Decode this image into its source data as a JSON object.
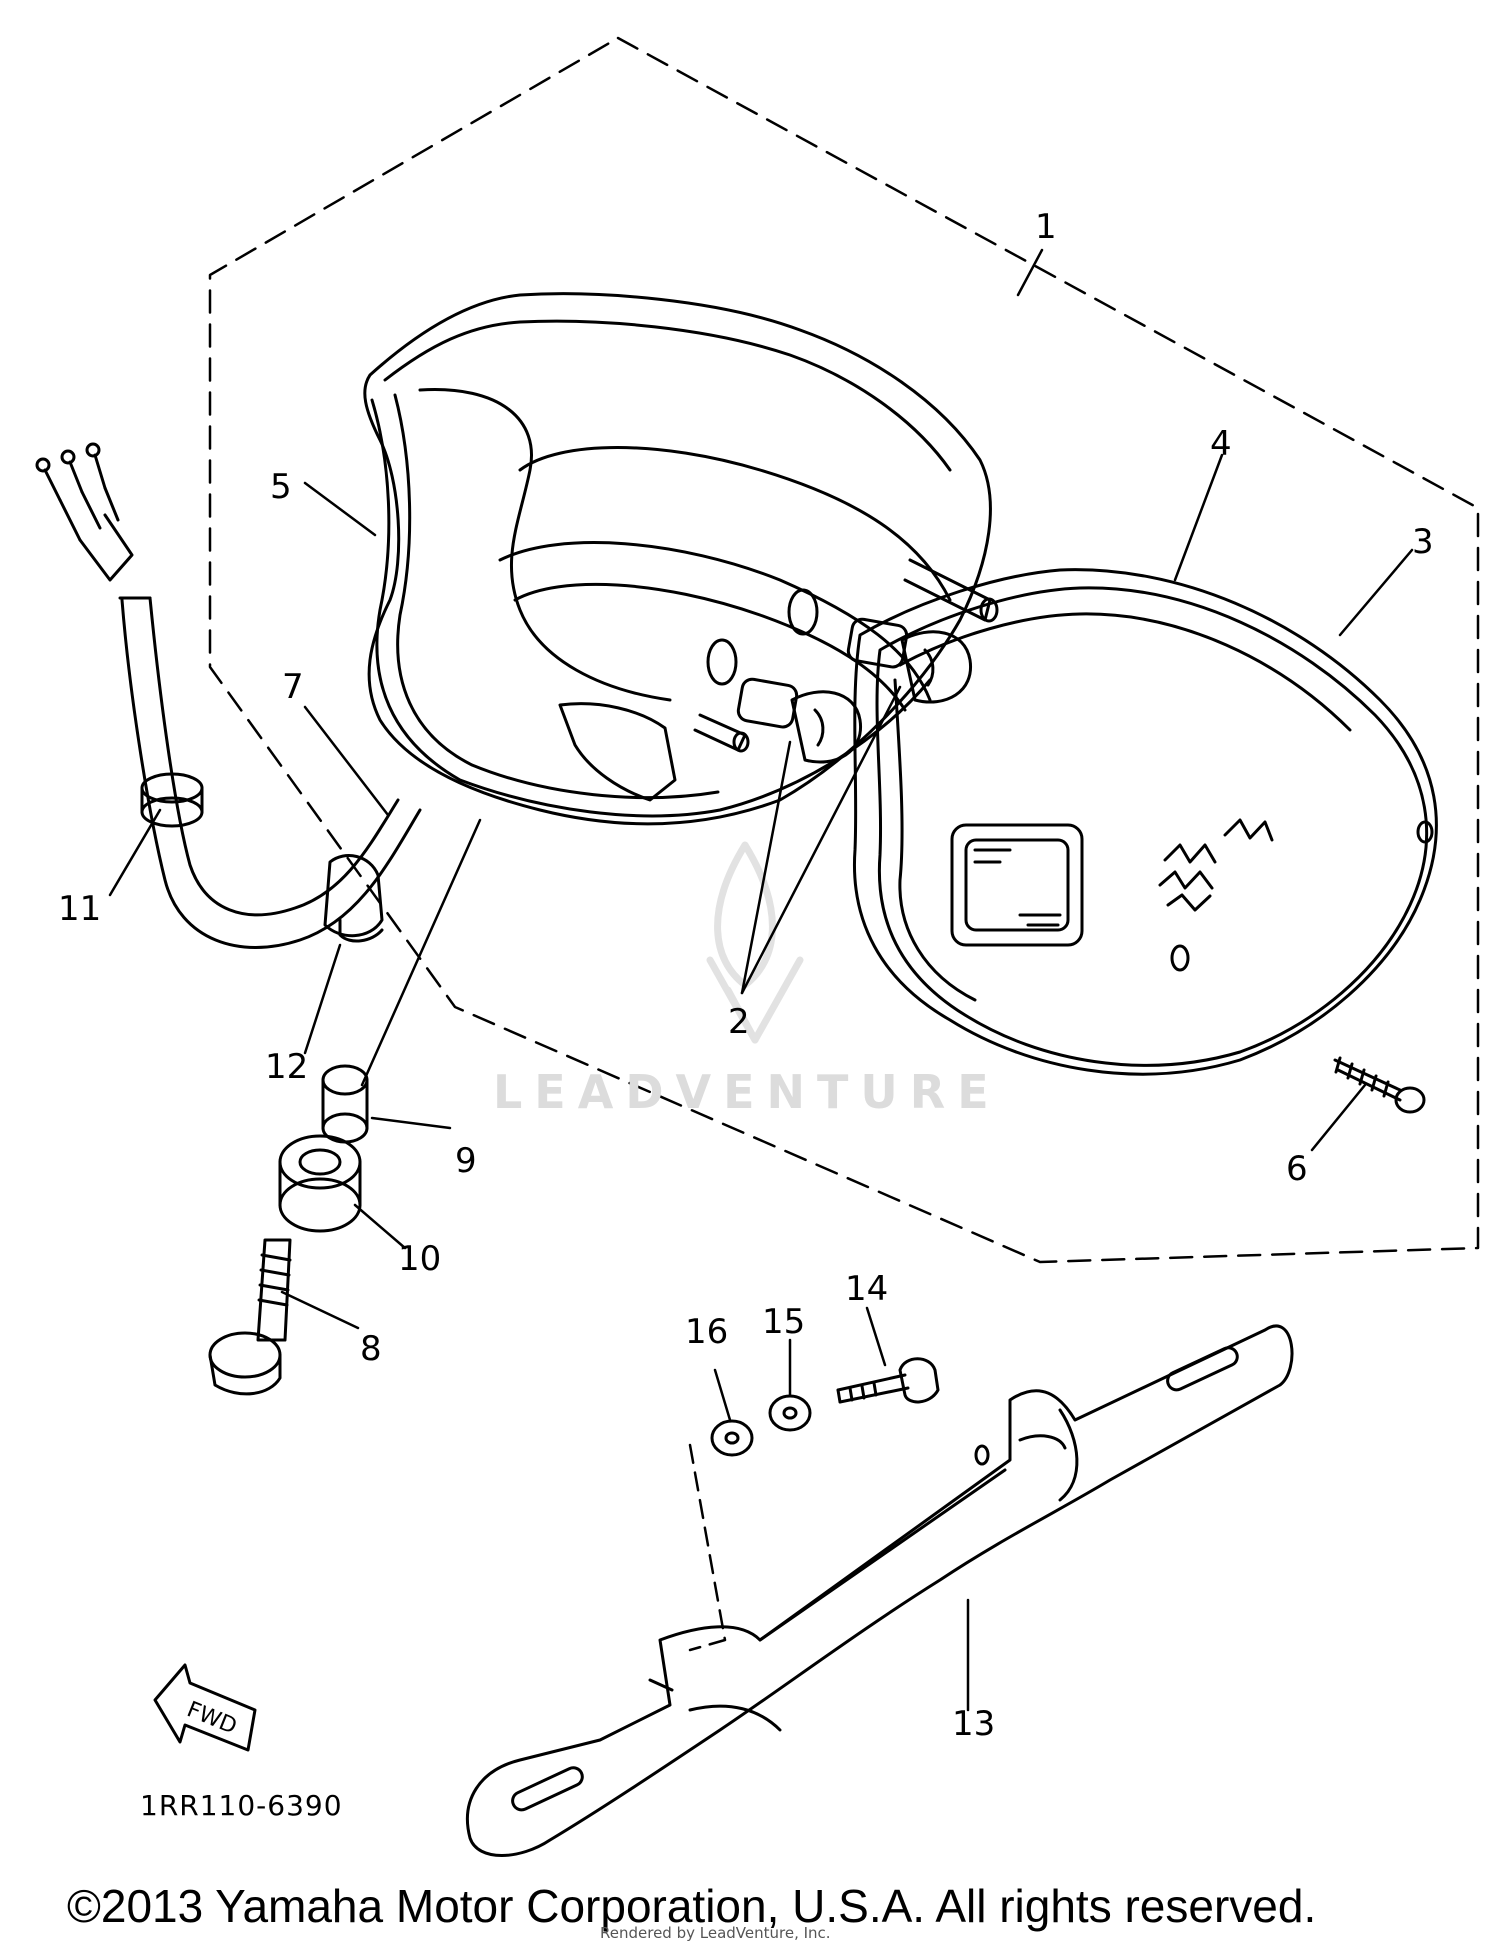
{
  "diagram": {
    "code": "1RR110-6390",
    "watermark": "LEADVENTURE",
    "copyright": "©2013 Yamaha Motor Corporation, U.S.A. All rights reserved.",
    "rendered_by": "Rendered by LeadVenture, Inc.",
    "fwd_label": "FWD",
    "callouts": [
      "1",
      "2",
      "3",
      "4",
      "5",
      "6",
      "7",
      "8",
      "9",
      "10",
      "11",
      "12",
      "13",
      "14",
      "15",
      "16"
    ]
  }
}
